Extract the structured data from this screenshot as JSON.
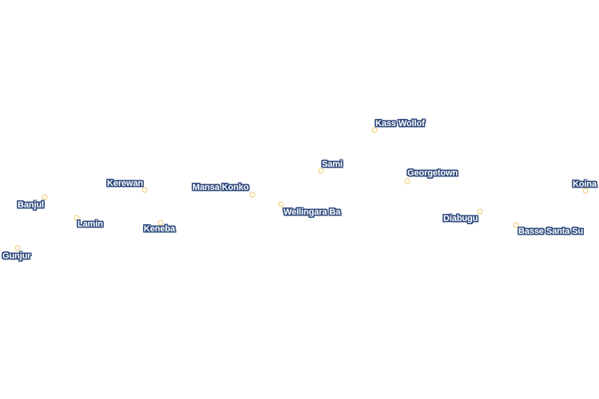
{
  "map": {
    "colors": {
      "label_text": "#ffffff",
      "label_halo": "#2e4a7d",
      "marker_stroke": "#f2c96d",
      "background": "#ffffff"
    },
    "places": [
      {
        "id": "banjul",
        "name": "Banjul"
      },
      {
        "id": "lamin",
        "name": "Lamin"
      },
      {
        "id": "gunjur",
        "name": "Gunjur"
      },
      {
        "id": "kerewan",
        "name": "Kerewan"
      },
      {
        "id": "keneba",
        "name": "Keneba"
      },
      {
        "id": "mansa-konko",
        "name": "Mansa Konko"
      },
      {
        "id": "wellingara-ba",
        "name": "Wellingara Ba"
      },
      {
        "id": "sami",
        "name": "Sami"
      },
      {
        "id": "kass-wollof",
        "name": "Kass Wollof"
      },
      {
        "id": "georgetown",
        "name": "Georgetown"
      },
      {
        "id": "diabugu",
        "name": "Diabugu"
      },
      {
        "id": "basse-santa-su",
        "name": "Basse Santa Su"
      },
      {
        "id": "koina",
        "name": "Koina"
      }
    ]
  }
}
